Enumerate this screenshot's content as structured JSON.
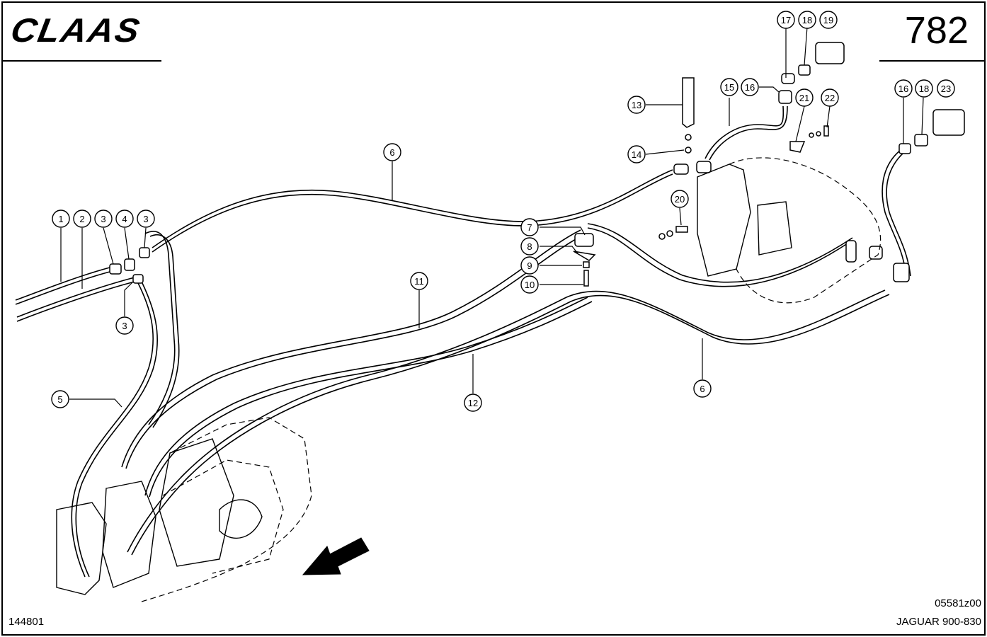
{
  "header": {
    "brand": "CLAAS",
    "page_number": "782"
  },
  "footer": {
    "drawing_code": "05581z00",
    "document_number": "144801",
    "model": "JAGUAR 900-830"
  },
  "callouts": [
    {
      "id": "c1",
      "label": "1"
    },
    {
      "id": "c2",
      "label": "2"
    },
    {
      "id": "c3a",
      "label": "3"
    },
    {
      "id": "c4",
      "label": "4"
    },
    {
      "id": "c3b",
      "label": "3"
    },
    {
      "id": "c3c",
      "label": "3"
    },
    {
      "id": "c5",
      "label": "5"
    },
    {
      "id": "c6a",
      "label": "6"
    },
    {
      "id": "c6b",
      "label": "6"
    },
    {
      "id": "c7",
      "label": "7"
    },
    {
      "id": "c8",
      "label": "8"
    },
    {
      "id": "c9",
      "label": "9"
    },
    {
      "id": "c10",
      "label": "10"
    },
    {
      "id": "c11",
      "label": "11"
    },
    {
      "id": "c12",
      "label": "12"
    },
    {
      "id": "c13",
      "label": "13"
    },
    {
      "id": "c14",
      "label": "14"
    },
    {
      "id": "c15",
      "label": "15"
    },
    {
      "id": "c16a",
      "label": "16"
    },
    {
      "id": "c16b",
      "label": "16"
    },
    {
      "id": "c17",
      "label": "17"
    },
    {
      "id": "c18a",
      "label": "18"
    },
    {
      "id": "c18b",
      "label": "18"
    },
    {
      "id": "c19",
      "label": "19"
    },
    {
      "id": "c20",
      "label": "20"
    },
    {
      "id": "c21",
      "label": "21"
    },
    {
      "id": "c22",
      "label": "22"
    },
    {
      "id": "c23",
      "label": "23"
    }
  ],
  "icons": {
    "direction_arrow": "arrow-icon"
  }
}
